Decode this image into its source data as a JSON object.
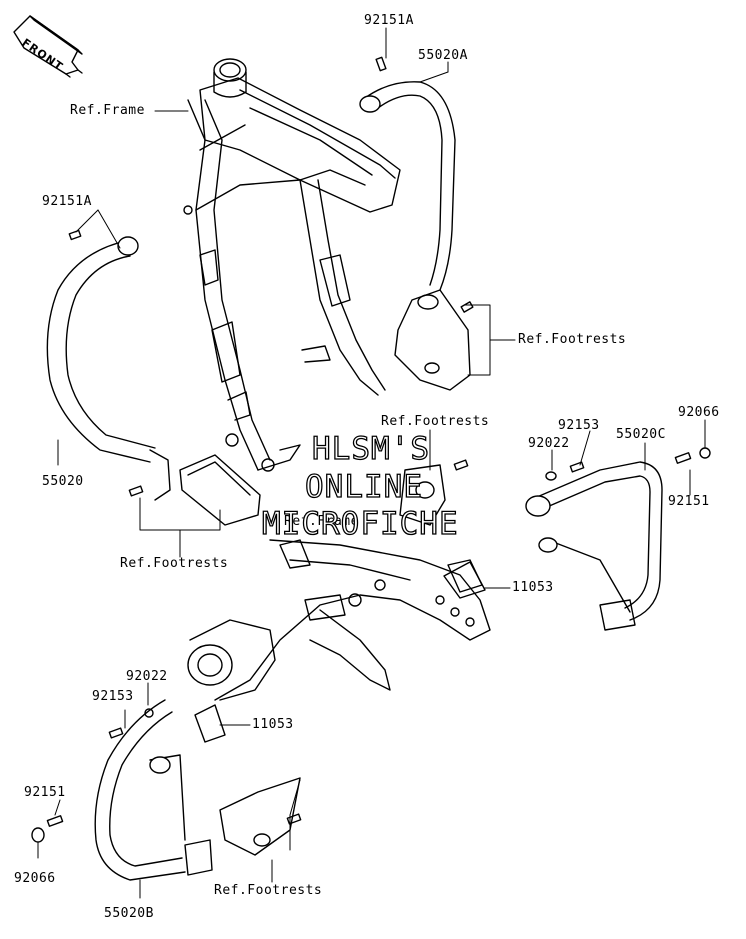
{
  "front_marker": "FRONT",
  "watermark": [
    "HLSM'S",
    "ONLINE",
    "MICROFICHE"
  ],
  "labels": {
    "p92151A_top": "92151A",
    "p55020A": "55020A",
    "ref_frame_top": "Ref.Frame",
    "p92151A_left": "92151A",
    "ref_footrests_right": "Ref.Footrests",
    "ref_footrests_center": "Ref.Footrests",
    "p92153_right": "92153",
    "p92066_right": "92066",
    "p92022_right": "92022",
    "p55020C": "55020C",
    "p55020": "55020",
    "p92151_right": "92151",
    "ref_frame_mid": "Ref.Frame",
    "ref_footrests_left": "Ref.Footrests",
    "p11053_right": "11053",
    "p92022_left": "92022",
    "p92153_left": "92153",
    "p11053_left": "11053",
    "p92151_left": "92151",
    "p92066_left": "92066",
    "ref_footrests_bottom": "Ref.Footrests",
    "p55020B": "55020B"
  }
}
